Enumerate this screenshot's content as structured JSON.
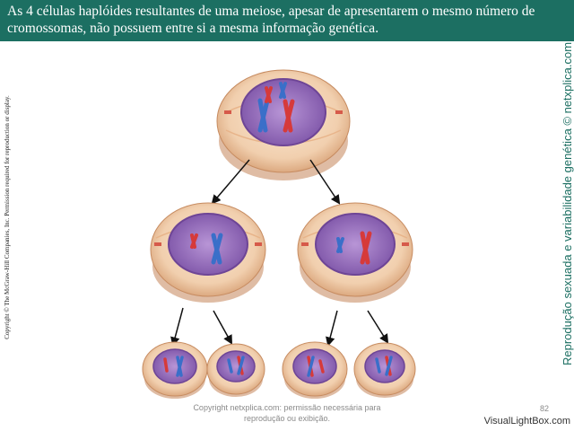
{
  "header": {
    "text": "As 4 células haplóides resultantes de uma meiose, apesar de apresentarem o mesmo número de cromossomas, não possuem entre si a mesma informação genética."
  },
  "side": {
    "left_copyright": "Copyright © The McGraw-Hill Companies, Inc. Permission required for reproduction or display.",
    "right_title": "Reprodução sexuada e variabilidade genética © netxplica.com"
  },
  "footer": {
    "copyright": "Copyright netxplica.com: permissão necessária para reprodução ou exibição.",
    "page_number": "82",
    "watermark": "VisualLightBox.com"
  },
  "colors": {
    "banner": "#1c6f62",
    "chromosome_red": "#d63a3a",
    "chromosome_blue": "#3a6fc9",
    "cytoplasm": "#f3d2b0",
    "nucleus": "#9a6fbf"
  }
}
